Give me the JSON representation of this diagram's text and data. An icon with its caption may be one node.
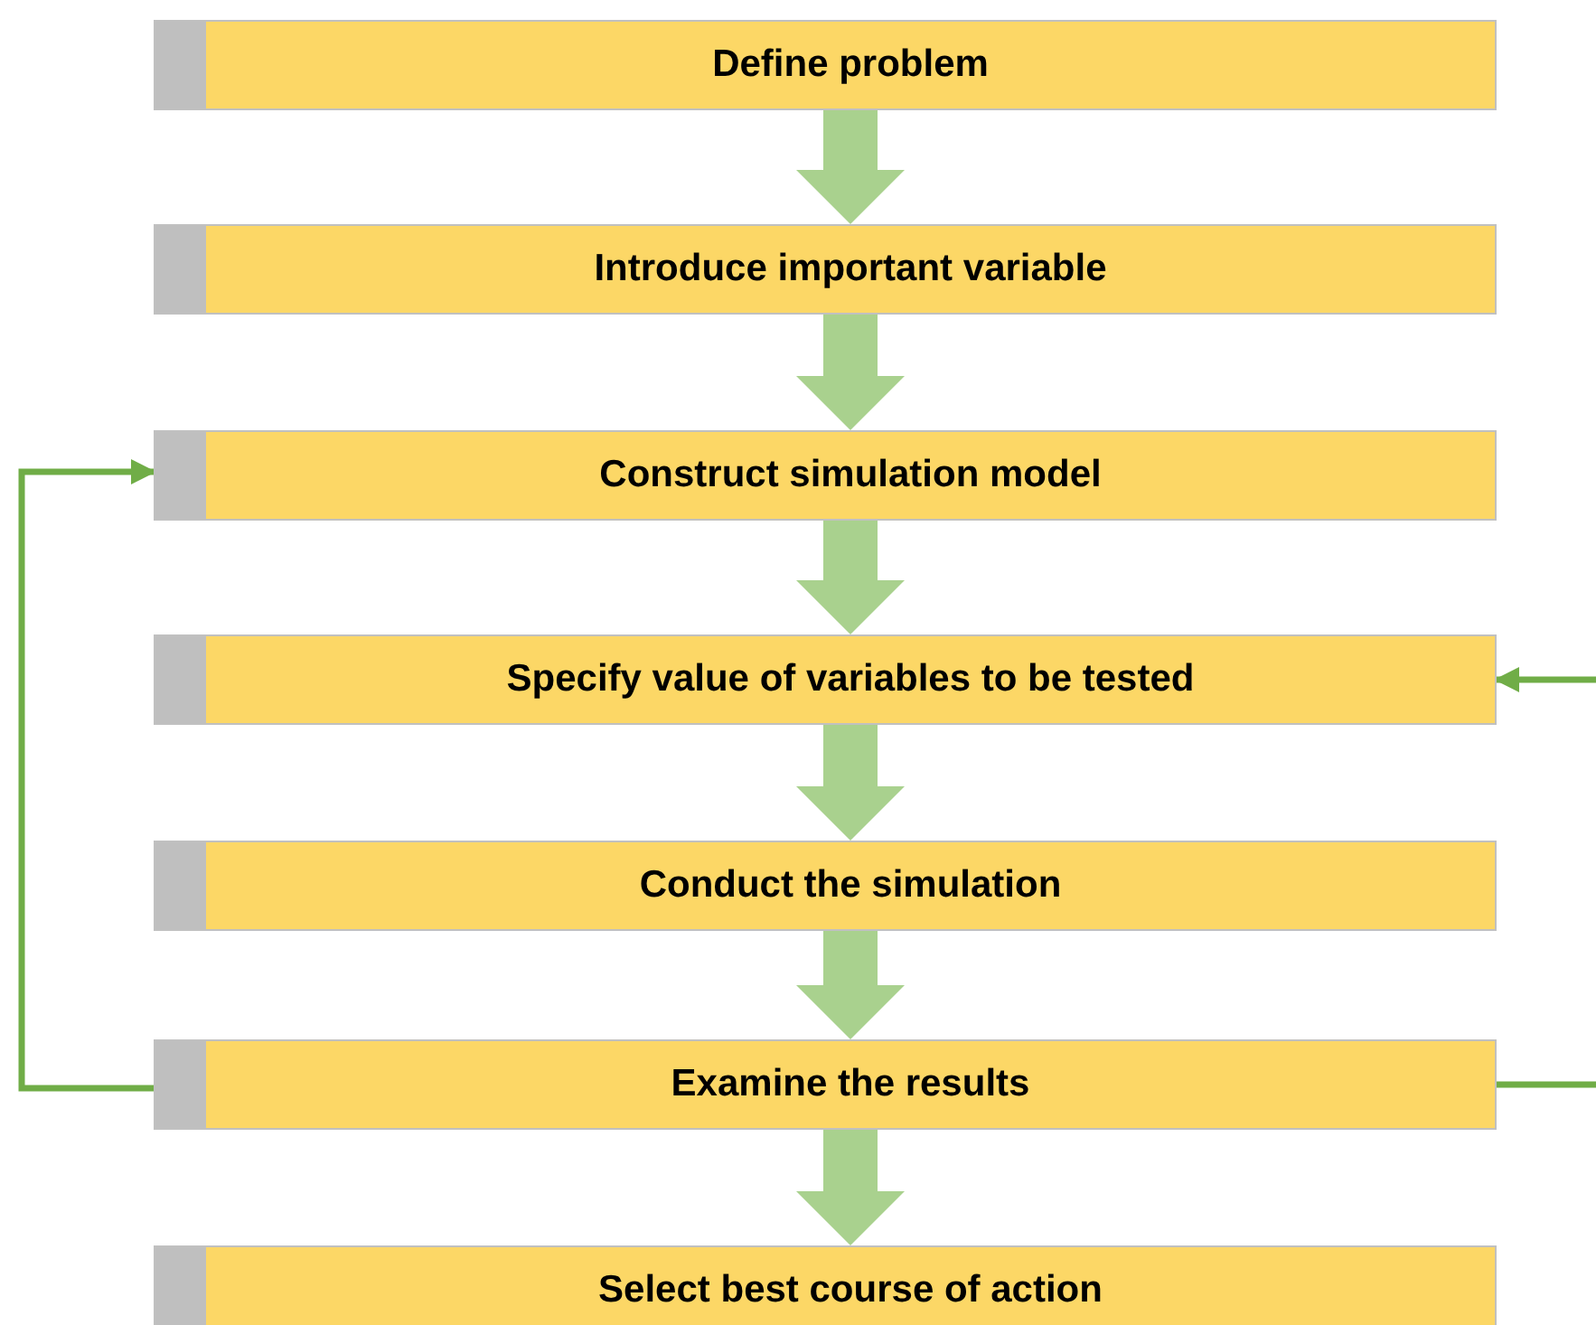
{
  "diagram": {
    "nodes": [
      {
        "text": [
          "Define problem"
        ]
      },
      {
        "text": [
          "Introduce important variable"
        ]
      },
      {
        "text": [
          "Construct simulation model"
        ]
      },
      {
        "text": [
          "Specify value of variables to be tested"
        ]
      },
      {
        "text": [
          "Conduct the simulation"
        ]
      },
      {
        "text": [
          "Examine the results"
        ]
      },
      {
        "text": [
          "Select best course of action"
        ]
      }
    ],
    "edges": [
      {
        "from": 0,
        "to": 1,
        "arrow": "to",
        "style": "thick"
      },
      {
        "from": 1,
        "to": 2,
        "arrow": "to",
        "style": "thick"
      },
      {
        "from": 2,
        "to": 3,
        "arrow": "to",
        "style": "thick"
      },
      {
        "from": 3,
        "to": 4,
        "arrow": "to",
        "style": "thick"
      },
      {
        "from": 4,
        "to": 5,
        "arrow": "to",
        "style": "thick"
      },
      {
        "from": 5,
        "to": 6,
        "arrow": "to",
        "style": "thick"
      },
      {
        "from": 5,
        "to": 2,
        "arrow": "to",
        "color": "#70ad47"
      },
      {
        "from": null,
        "to": 3,
        "arrow": "to",
        "color": "#70ad47"
      },
      {
        "from": 5,
        "to": null,
        "arrow": "none",
        "color": "#70ad47"
      }
    ]
  }
}
